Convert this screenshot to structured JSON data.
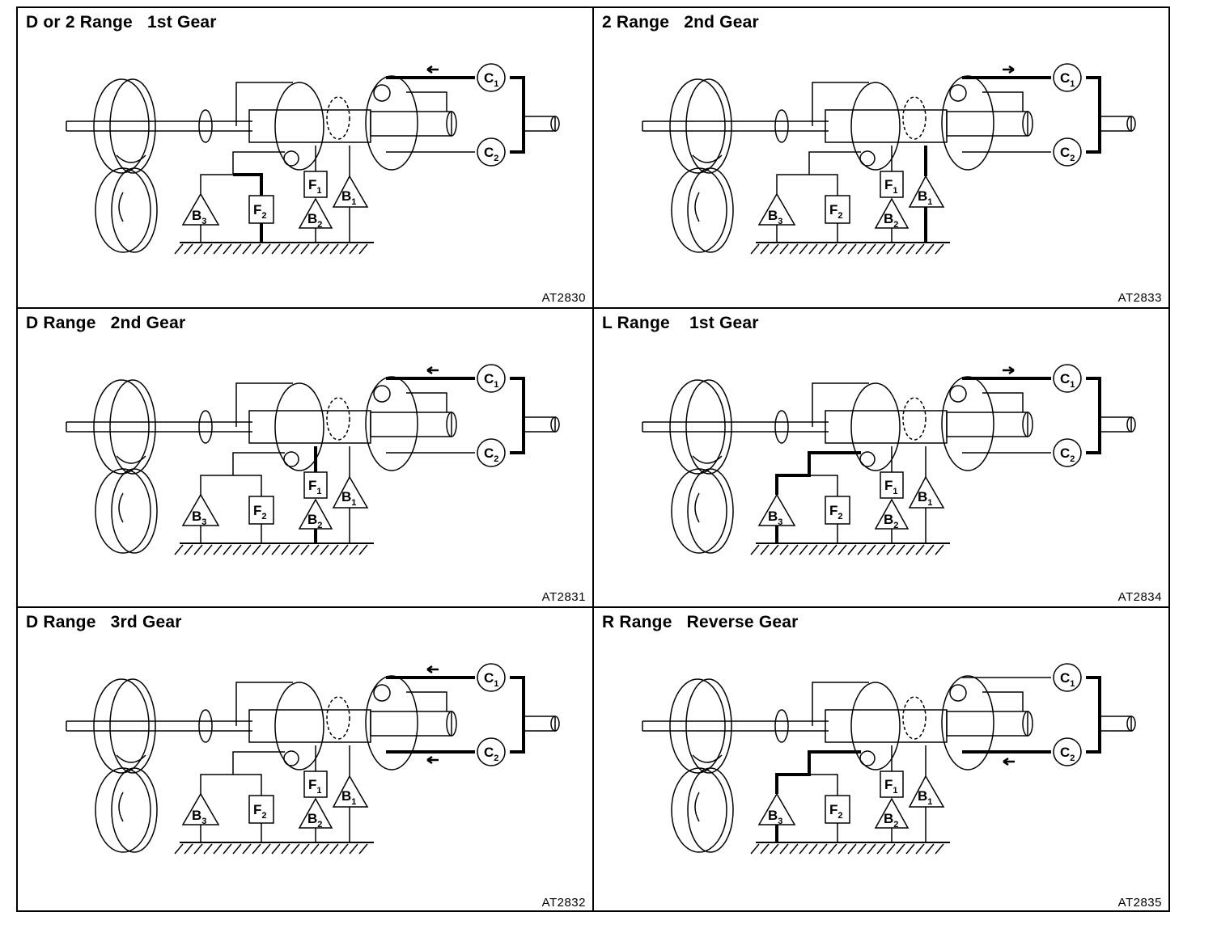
{
  "panels": [
    {
      "title": "D or 2 Range   1st Gear",
      "code": "AT2830",
      "active": [
        "C1",
        "F2"
      ],
      "labels": {
        "c1": "C",
        "c1sub": "1",
        "c2": "C",
        "c2sub": "2",
        "f1": "F",
        "f1sub": "1",
        "f2": "F",
        "f2sub": "2",
        "b1": "B",
        "b1sub": "1",
        "b2": "B",
        "b2sub": "2",
        "b3": "B",
        "b3sub": "3"
      }
    },
    {
      "title": "2 Range   2nd Gear",
      "code": "AT2833",
      "active": [
        "C1",
        "B1"
      ],
      "labels": {
        "c1": "C",
        "c1sub": "1",
        "c2": "C",
        "c2sub": "2",
        "f1": "F",
        "f1sub": "1",
        "f2": "F",
        "f2sub": "2",
        "b1": "B",
        "b1sub": "1",
        "b2": "B",
        "b2sub": "2",
        "b3": "B",
        "b3sub": "3"
      }
    },
    {
      "title": "D Range   2nd Gear",
      "code": "AT2831",
      "active": [
        "C1",
        "F1",
        "B2"
      ],
      "labels": {
        "c1": "C",
        "c1sub": "1",
        "c2": "C",
        "c2sub": "2",
        "f1": "F",
        "f1sub": "1",
        "f2": "F",
        "f2sub": "2",
        "b1": "B",
        "b1sub": "1",
        "b2": "B",
        "b2sub": "2",
        "b3": "B",
        "b3sub": "3"
      }
    },
    {
      "title": "L Range    1st Gear",
      "code": "AT2834",
      "active": [
        "C1",
        "B3"
      ],
      "labels": {
        "c1": "C",
        "c1sub": "1",
        "c2": "C",
        "c2sub": "2",
        "f1": "F",
        "f1sub": "1",
        "f2": "F",
        "f2sub": "2",
        "b1": "B",
        "b1sub": "1",
        "b2": "B",
        "b2sub": "2",
        "b3": "B",
        "b3sub": "3"
      }
    },
    {
      "title": "D Range   3rd Gear",
      "code": "AT2832",
      "active": [
        "C1",
        "C2"
      ],
      "labels": {
        "c1": "C",
        "c1sub": "1",
        "c2": "C",
        "c2sub": "2",
        "f1": "F",
        "f1sub": "1",
        "f2": "F",
        "f2sub": "2",
        "b1": "B",
        "b1sub": "1",
        "b2": "B",
        "b2sub": "2",
        "b3": "B",
        "b3sub": "3"
      }
    },
    {
      "title": "R Range   Reverse Gear",
      "code": "AT2835",
      "active": [
        "C2",
        "B3"
      ],
      "labels": {
        "c1": "C",
        "c1sub": "1",
        "c2": "C",
        "c2sub": "2",
        "f1": "F",
        "f1sub": "1",
        "f2": "F",
        "f2sub": "2",
        "b1": "B",
        "b1sub": "1",
        "b2": "B",
        "b2sub": "2",
        "b3": "B",
        "b3sub": "3"
      }
    }
  ],
  "colors": {
    "ink": "#000000",
    "paper": "#ffffff"
  }
}
